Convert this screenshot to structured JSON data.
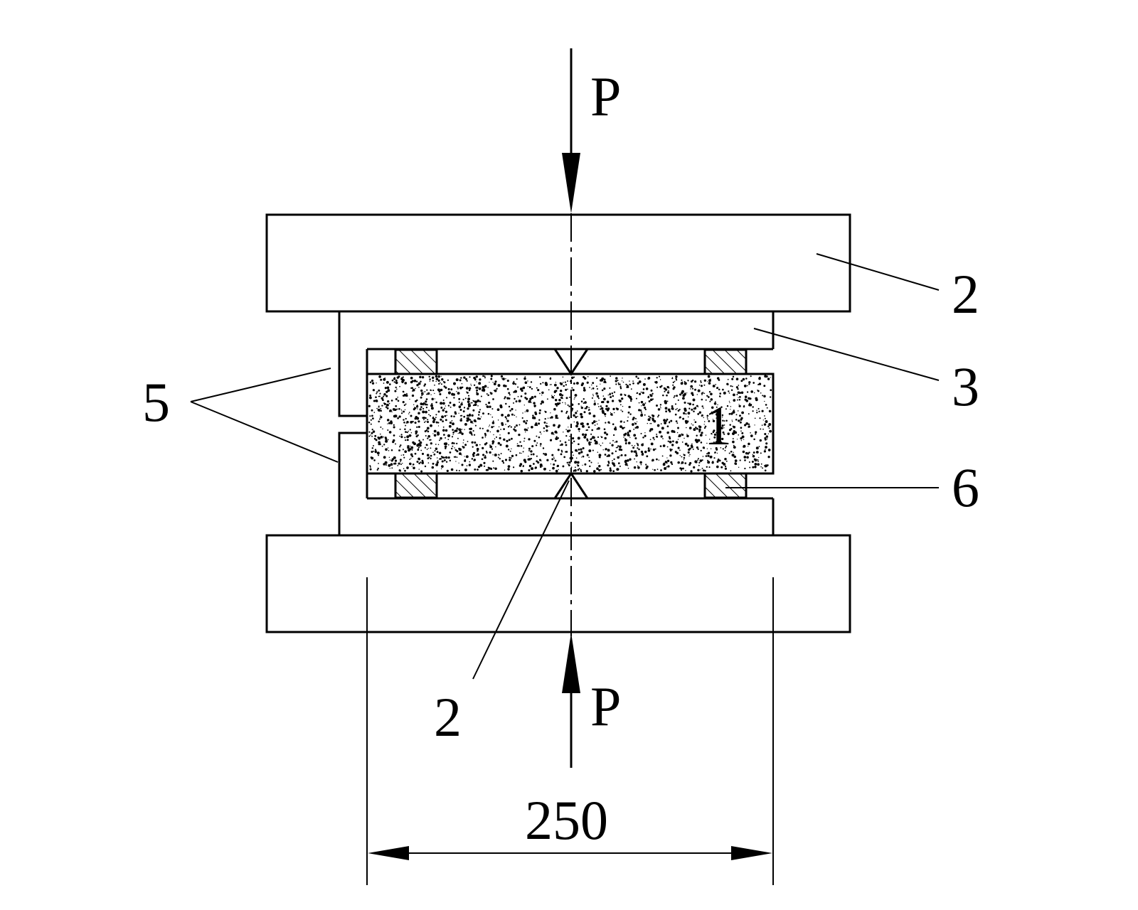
{
  "labels": {
    "load_top": "P",
    "load_bottom": "P",
    "part_specimen": "1",
    "part_platen": "2",
    "part_wedge": "2",
    "part_frame": "3",
    "part_plates": "5",
    "part_pad": "6",
    "dimension": "250"
  },
  "colors": {
    "stroke": "#000000",
    "background": "#ffffff"
  }
}
